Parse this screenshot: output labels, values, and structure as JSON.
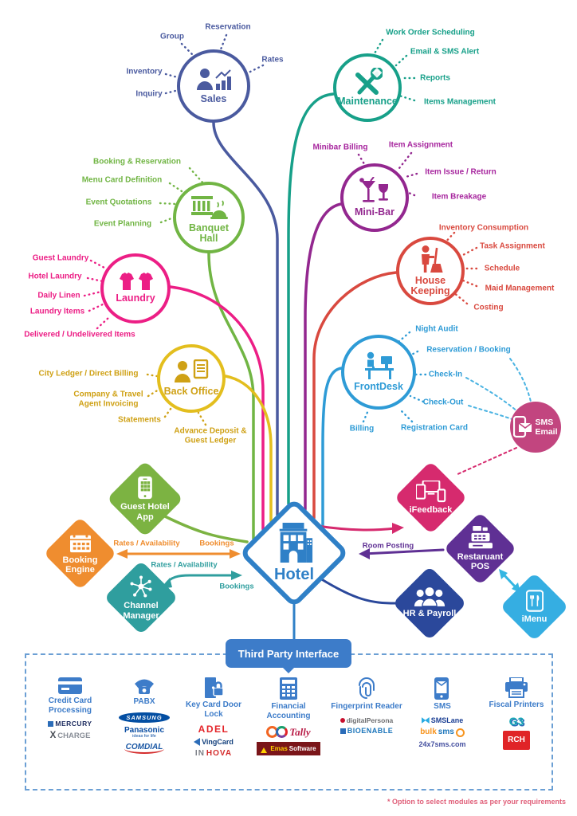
{
  "modules": [
    {
      "id": "sales",
      "label": "Sales",
      "color": "#4a5a9f",
      "satellites": [
        "Group",
        "Reservation",
        "Rates",
        "Inventory",
        "Inquiry"
      ]
    },
    {
      "id": "maintenance",
      "label": "Maintenance",
      "color": "#17a089",
      "satellites": [
        "Work Order Scheduling",
        "Email & SMS Alert",
        "Reports",
        "Items Management"
      ]
    },
    {
      "id": "banquet-hall",
      "label": "Banquet Hall",
      "color": "#71b544",
      "satellites": [
        "Booking & Reservation",
        "Menu Card Definition",
        "Event Quotations",
        "Event Planning"
      ]
    },
    {
      "id": "mini-bar",
      "label": "Mini-Bar",
      "color": "#93278f",
      "satellites": [
        "Minibar Billing",
        "Item Assignment",
        "Item Issue / Return",
        "Item Breakage"
      ]
    },
    {
      "id": "laundry",
      "label": "Laundry",
      "color": "#ec1e85",
      "satellites": [
        "Guest Laundry",
        "Hotel Laundry",
        "Daily Linen",
        "Laundry Items",
        "Delivered / Undelivered Items"
      ]
    },
    {
      "id": "house-keeping",
      "label": "House Keeping",
      "color": "#d9493f",
      "satellites": [
        "Inventory Consumption",
        "Task Assignment",
        "Schedule",
        "Maid Management",
        "Costing"
      ]
    },
    {
      "id": "back-office",
      "label": "Back Office",
      "color": "#cfa115",
      "satellites": [
        "City Ledger / Direct Billing",
        "Company & Travel Agent Invoicing",
        "Statements",
        "Advance Deposit & Guest Ledger"
      ]
    },
    {
      "id": "frontdesk",
      "label": "FrontDesk",
      "color": "#2e9bd6",
      "satellites": [
        "Night Audit",
        "Reservation / Booking",
        "Check-In",
        "Check-Out",
        "Registration Card",
        "Billing"
      ]
    }
  ],
  "sms_email": {
    "line1": "SMS",
    "line2": "Email",
    "color": "#c2457f"
  },
  "diamonds": {
    "guest_app": {
      "label": "Guest Hotel App",
      "color": "#7cb342"
    },
    "booking_engine": {
      "label": "Booking Engine",
      "color": "#ef8d2f"
    },
    "channel_manager": {
      "label": "Channel Manager",
      "color": "#2f9e9e"
    },
    "hotel": {
      "label": "Hotel",
      "color": "#2f80c7"
    },
    "ifeedback": {
      "label": "iFeedback",
      "color": "#d62a6e"
    },
    "restaurant_pos": {
      "label": "Restaruant POS",
      "color": "#5f3094"
    },
    "hr_payroll": {
      "label": "HR & Payroll",
      "color": "#2b489b"
    },
    "imenu": {
      "label": "iMenu",
      "color": "#35aee2"
    }
  },
  "flows": {
    "orange_rates": "Rates / Availability",
    "orange_bookings": "Bookings",
    "teal_rates": "Rates / Availability",
    "teal_bookings": "Bookings",
    "room_posting": "Room Posting"
  },
  "third_party": {
    "label": "Third Party Interface"
  },
  "integrations": [
    {
      "label": "Credit Card Processing",
      "logos": {
        "l1": "MERCURY",
        "l2a": "X",
        "l2b": "CHARGE"
      }
    },
    {
      "label": "PABX",
      "logos": {
        "l1": "SAMSUNG",
        "l2": "Panasonic",
        "l2b": "ideas for life",
        "l3": "COMDIAL"
      }
    },
    {
      "label": "Key Card Door Lock",
      "logos": {
        "l1": "ADEL",
        "l2": "VingCard",
        "l3a": "IN",
        "l3b": "HOVA"
      }
    },
    {
      "label": "Financial Accounting",
      "logos": {
        "l1": "Tally",
        "l2a": "Emas",
        "l2b": "Software"
      }
    },
    {
      "label": "Fingerprint Reader",
      "logos": {
        "l1": "digitalPersona",
        "l2": "BIOENABLE"
      }
    },
    {
      "label": "SMS",
      "logos": {
        "l1": "SMSLane",
        "l2a": "bulk",
        "l2b": "sms",
        "l3": "24x7sms.com"
      }
    },
    {
      "label": "Fiscal Printers",
      "logos": {
        "l1": "G3",
        "l2": "RCH"
      }
    }
  ],
  "footnote": {
    "text": "* Option to select modules as per your requirements"
  }
}
